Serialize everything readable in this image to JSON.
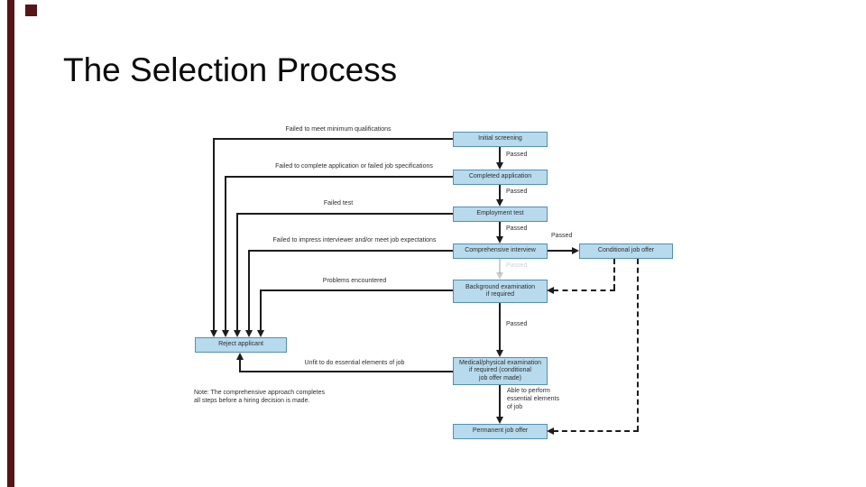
{
  "slide": {
    "title": "The Selection Process",
    "accent_color": "#571517"
  },
  "flowchart": {
    "colors": {
      "box_fill": "#b7daed",
      "box_border": "#548fb4",
      "line": "#1c1c1c"
    },
    "boxes": {
      "initial_screening": "Initial screening",
      "completed_application": "Completed application",
      "employment_test": "Employment test",
      "comprehensive_interview": "Comprehensive interview",
      "conditional_job_offer": "Conditional job offer",
      "background_examination": "Background examination\nif required",
      "reject_applicant": "Reject applicant",
      "medical_examination": "Medical/physical examination\nif required (conditional\njob offer made)",
      "permanent_job_offer": "Permanent job offer"
    },
    "edge_labels": {
      "passed": "Passed",
      "failed_minimum": "Failed to meet minimum qualifications",
      "failed_application": "Failed to complete application or failed job specifications",
      "failed_test": "Failed test",
      "failed_interview": "Failed to impress interviewer and/or meet job expectations",
      "problems_encountered": "Problems encountered",
      "unfit": "Unfit to do essential elements of job",
      "able": "Able to perform\nessential elements\nof job"
    },
    "note": "Note: The comprehensive approach completes\nall steps before a hiring decision is made."
  }
}
